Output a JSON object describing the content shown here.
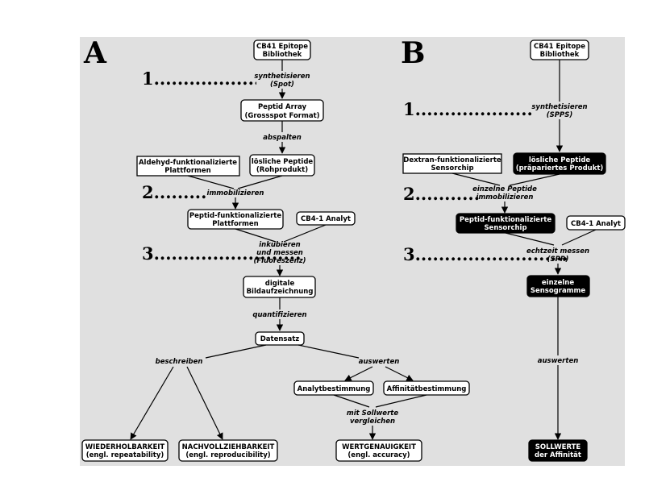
{
  "panelA": {
    "letter": "A",
    "library": [
      "CB41 Epitope",
      "Bibliothek"
    ],
    "synth_label": [
      "synthetisieren",
      "(Spot)"
    ],
    "array": [
      "Peptid Array",
      "(Grossspot Format)"
    ],
    "cleave_label": "abspalten",
    "soluble": [
      "lösliche Peptide",
      "(Rohprodukt)"
    ],
    "platform": [
      "Aldehyd-funktionalizierte",
      "Plattformen"
    ],
    "immob_label": "immobilizieren",
    "func_platform": [
      "Peptid-funktionalizierte",
      "Plattformen"
    ],
    "analyte": "CB4-1 Analyt",
    "incubate_label": [
      "inkubieren",
      "und messen",
      "(Fluoreszenz)"
    ],
    "digital": [
      "digitale",
      "Bildaufzeichnung"
    ],
    "quant_label": "quantifizieren",
    "dataset": "Datensatz",
    "describe_label": "beschreiben",
    "evaluate_label": "auswerten",
    "analyte_det": "Analytbestimmung",
    "affinity_det": "Affinitätbestimmung",
    "compare_label": [
      "mit Sollwerte",
      "vergleichen"
    ],
    "repeat": [
      "WIEDERHOLBARKEIT",
      "(engl. repeatability)"
    ],
    "reproduce": [
      "NACHVOLLZIEHBARKEIT",
      "(engl. reproducibility)"
    ],
    "accuracy": [
      "WERTGENAUIGKEIT",
      "(engl. accuracy)"
    ]
  },
  "panelB": {
    "letter": "B",
    "library": [
      "CB41 Epitope",
      "Bibliothek"
    ],
    "synth_label": [
      "synthetisieren",
      "(SPPS)"
    ],
    "chip": [
      "Dextran-funktionalizierte",
      "Sensorchip"
    ],
    "soluble": [
      "lösliche Peptide",
      "(präpariertes Produkt)"
    ],
    "immob_label": [
      "einzelne Peptide",
      "immobilizieren"
    ],
    "func_chip": [
      "Peptid-funktionalizierte",
      "Sensorchip"
    ],
    "analyte": "CB4-1 Analyt",
    "measure_label": [
      "echtzeit messen",
      "(SPR)"
    ],
    "sensograms": [
      "einzelne",
      "Sensogramme"
    ],
    "evaluate_label": "auswerten",
    "target": [
      "SOLLWERTE",
      "der Affinität"
    ]
  },
  "steps": {
    "a1": "1......................",
    "a2": "2.........",
    "a3": "3.........................",
    "b1": "1......................",
    "b2": "2...........",
    "b3": "3.........................."
  }
}
